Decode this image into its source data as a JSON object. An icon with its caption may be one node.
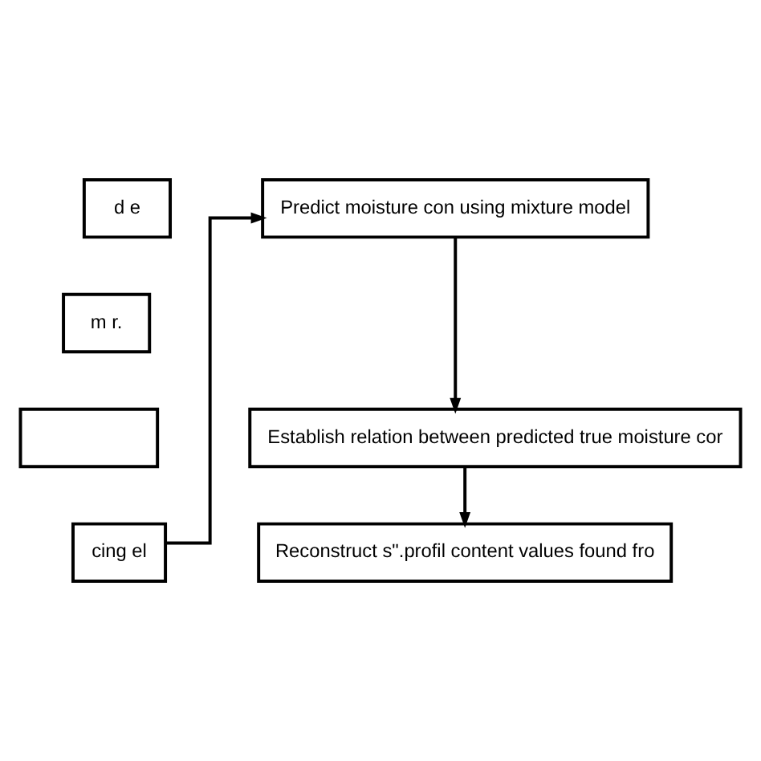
{
  "diagram": {
    "nodes": [
      {
        "text": [
          "d e"
        ]
      },
      {
        "text": [
          "m r."
        ]
      },
      {
        "text": [],
        "shape": "box"
      },
      {
        "text": [
          "cing el"
        ]
      },
      {
        "text": [
          "Predict moisture con using mixture model"
        ]
      },
      {
        "text": [
          "Establish relation between predicted true moisture cor"
        ]
      },
      {
        "text": [
          "Reconstruct s\".profil content values found fro"
        ]
      }
    ],
    "edges": [
      {
        "from": 3,
        "to": 4,
        "arrow": "to"
      },
      {
        "from": 4,
        "to": 5,
        "arrow": "to"
      },
      {
        "from": 5,
        "to": 6,
        "arrow": "to"
      }
    ]
  }
}
